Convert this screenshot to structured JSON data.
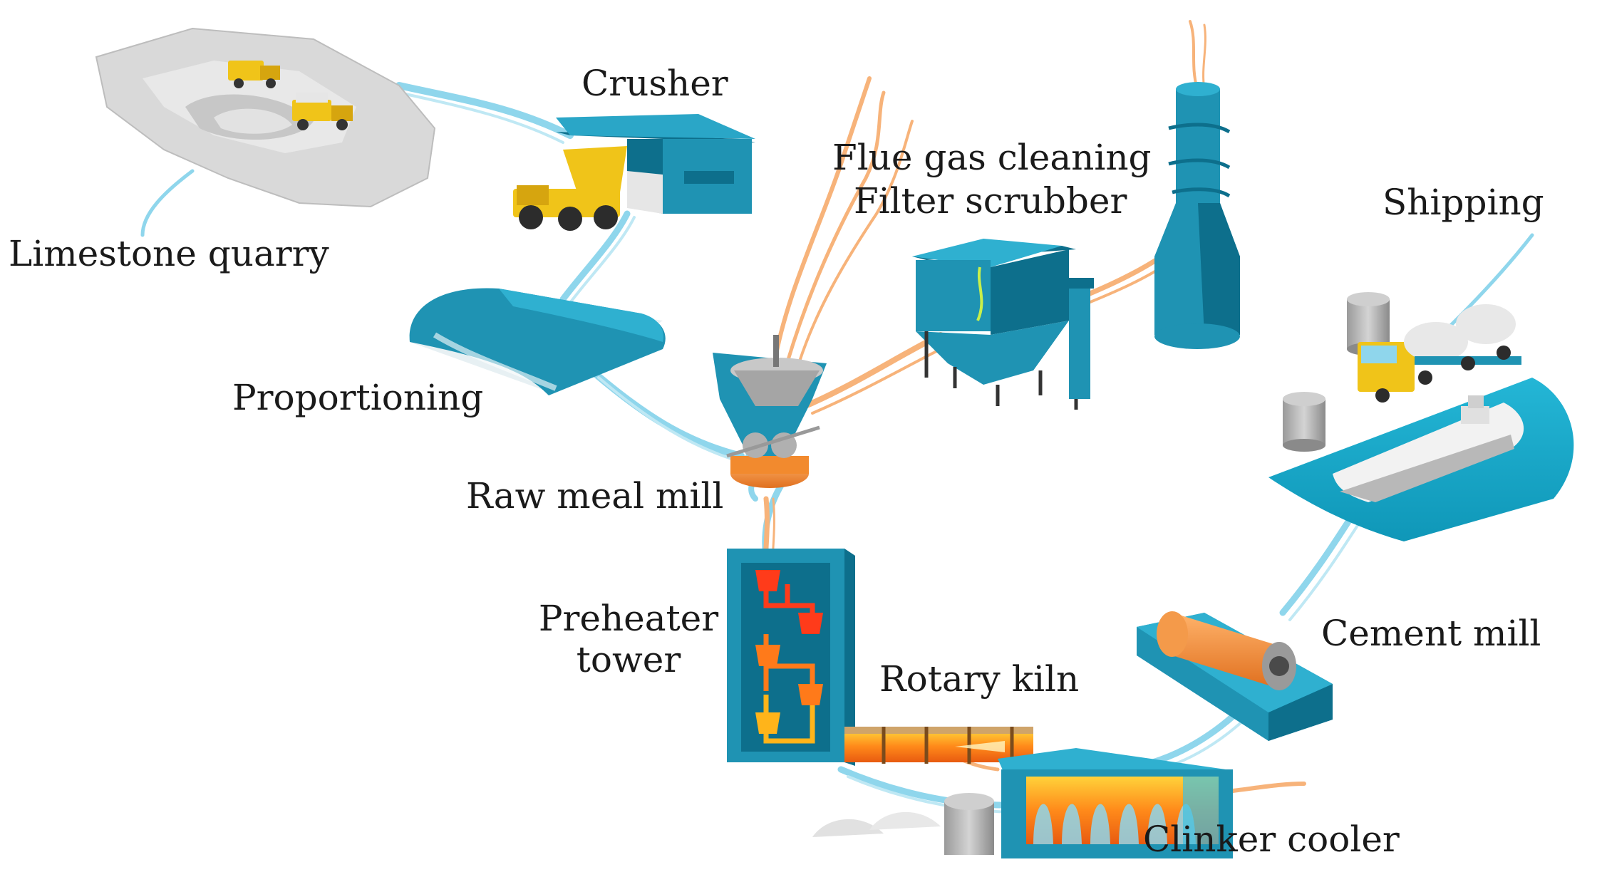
{
  "labels": {
    "limestone_quarry": "Limestone quarry",
    "crusher": "Crusher",
    "flue_gas_cleaning": "Flue gas cleaning",
    "filter_scrubber": "Filter scrubber",
    "shipping": "Shipping",
    "proportioning": "Proportioning",
    "raw_meal_mill": "Raw meal mill",
    "preheater_line1": "Preheater",
    "preheater_line2": "tower",
    "rotary_kiln": "Rotary kiln",
    "cement_mill": "Cement mill",
    "clinker_cooler": "Clinker cooler"
  },
  "icons": [
    "quarry-icon",
    "dump-truck-icon",
    "crusher-building-icon",
    "storage-dome-icon",
    "raw-mill-icon",
    "filter-scrubber-icon",
    "stack-icon",
    "preheater-tower-icon",
    "rotary-kiln-icon",
    "clinker-cooler-icon",
    "cement-mill-icon",
    "silo-icon",
    "tanker-truck-icon",
    "ship-icon"
  ],
  "colors": {
    "equipment": "#1f93b3",
    "equipment_dark": "#0d6f8c",
    "material_flow": "#8fd6ec",
    "gas_flow": "#f7b37a",
    "hot": "#ff6a1a",
    "rock": "#d6d6d6"
  }
}
